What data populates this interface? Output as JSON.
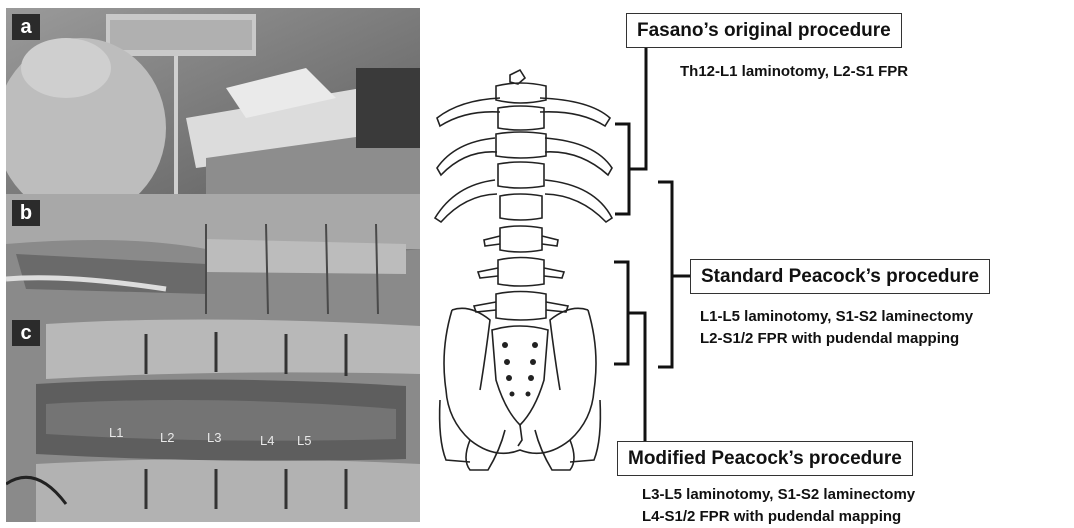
{
  "photos": {
    "panels": [
      {
        "label": "a"
      },
      {
        "label": "b"
      },
      {
        "label": "c",
        "levels": [
          "L1",
          "L2",
          "L3",
          "L4",
          "L5"
        ]
      }
    ]
  },
  "procedures": {
    "fasano": {
      "title": "Fasano’s original procedure",
      "lines": [
        "Th12-L1 laminotomy, L2-S1 FPR"
      ]
    },
    "standard": {
      "title": "Standard Peacock’s procedure",
      "lines": [
        "L1-L5 laminotomy, S1-S2 laminectomy",
        "L2-S1/2 FPR with pudendal mapping"
      ]
    },
    "modified": {
      "title": "Modified Peacock’s procedure",
      "lines": [
        "L3-L5 laminotomy, S1-S2 laminectomy",
        "L4-S1/2 FPR with pudendal mapping"
      ]
    }
  }
}
